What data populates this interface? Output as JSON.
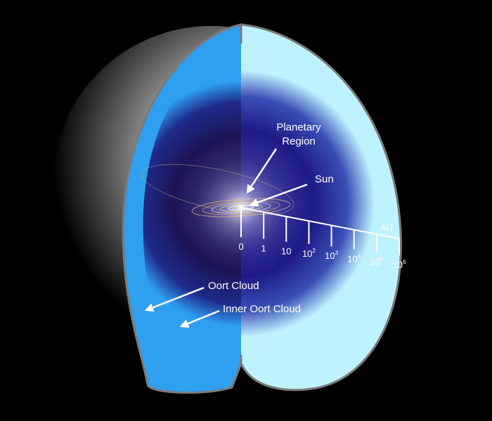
{
  "labels": {
    "planetary_region_line1": "Planetary",
    "planetary_region_line2": "Region",
    "sun": "Sun",
    "oort_cloud": "Oort Cloud",
    "inner_oort_cloud": "Inner Oort Cloud",
    "axis_unit": "AU"
  },
  "scale_ticks": [
    {
      "base": "0",
      "exp": ""
    },
    {
      "base": "1",
      "exp": ""
    },
    {
      "base": "10",
      "exp": ""
    },
    {
      "base": "10",
      "exp": "2"
    },
    {
      "base": "10",
      "exp": "3"
    },
    {
      "base": "10",
      "exp": "4"
    },
    {
      "base": "10",
      "exp": "5"
    },
    {
      "base": "10",
      "exp": "6"
    }
  ],
  "colors": {
    "background": "#000000",
    "outer_shell_left": "#2f9ff0",
    "outer_shell_right": "#bff2ff",
    "interior_left": "#1c1456",
    "interior_right": "#1f1a86",
    "shadow_sphere": "#8a8a8a",
    "label": "#ffffff"
  }
}
